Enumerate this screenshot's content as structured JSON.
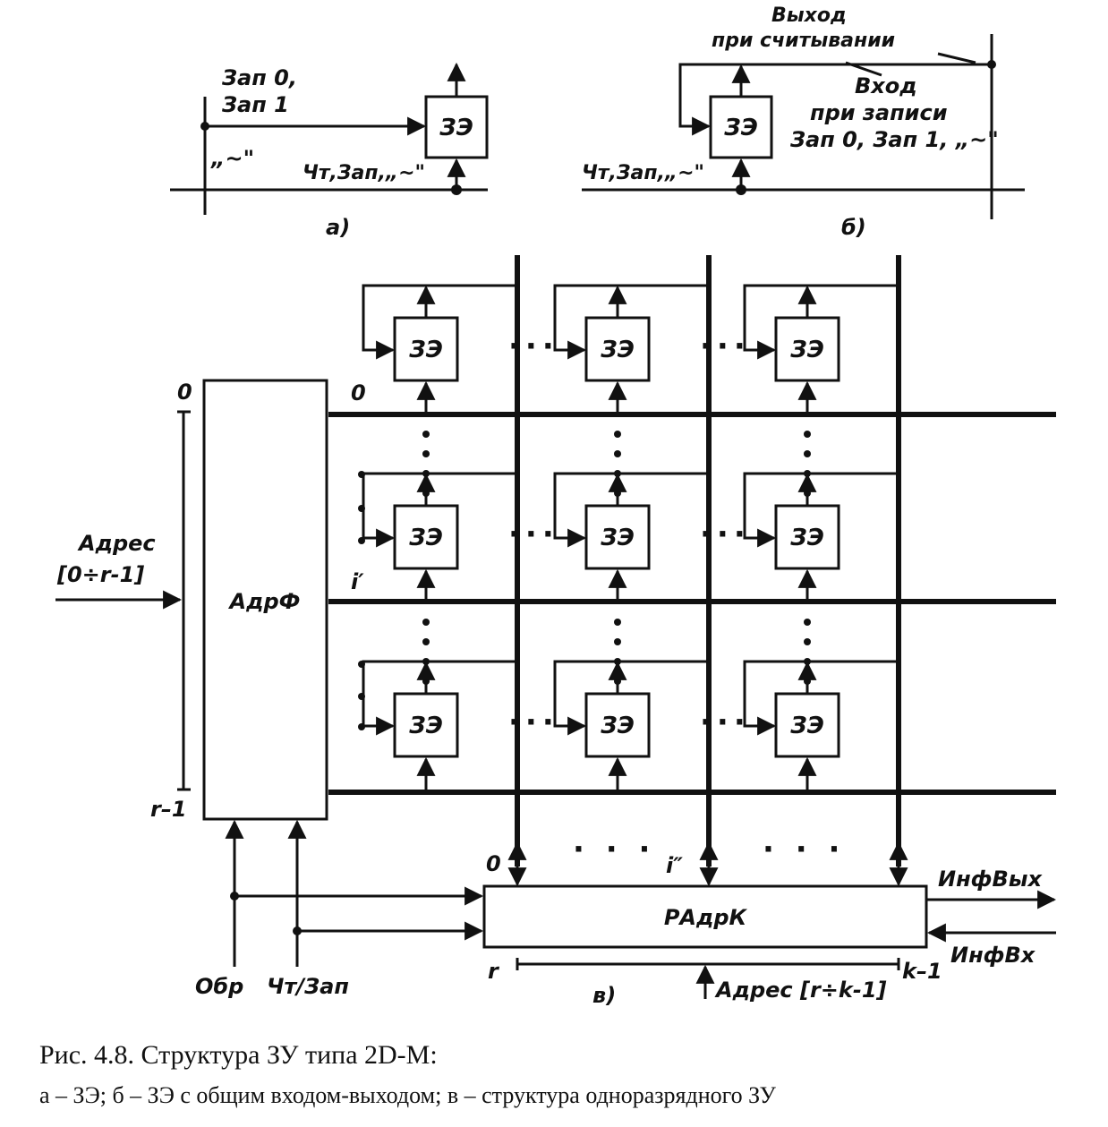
{
  "cell_label": "ЗЭ",
  "part_a": {
    "write_label_line1": "Зап 0,",
    "write_label_line2": "Зап 1",
    "tilde_label": "„~\"",
    "control_label": "Чт,Зап,„~\"",
    "sub_label": "а)"
  },
  "part_b": {
    "output_label_line1": "Выход",
    "output_label_line2": "при считывании",
    "input_label_line1": "Вход",
    "input_label_line2": "при записи",
    "input_label_line3": "Зап 0, Зап 1, „~\"",
    "control_label": "Чт,Зап,„~\"",
    "sub_label": "б)"
  },
  "part_c": {
    "row_decoder_label": "АдрФ",
    "column_register_label": "РАдрК",
    "row_top_index": "0",
    "row_bottom_index": "r–1",
    "row_line_0": "0",
    "row_line_i": "i′",
    "col_index_0": "0",
    "col_index_i": "i″",
    "address_in_line1": "Адрес",
    "address_in_line2": "[0÷r-1]",
    "strobe_label": "Обр",
    "rw_label": "Чт/Зап",
    "info_out_label": "ИнфВых",
    "info_in_label": "ИнфВх",
    "col_range_start": "r",
    "col_range_end": "k–1",
    "col_address_label": "Адрес [r÷k-1]",
    "sub_label": "в)"
  },
  "caption": {
    "title": "Рис. 4.8. Структура ЗУ типа 2D-М:",
    "subtitle": "а – ЗЭ;  б – ЗЭ  с  общим  входом-выходом;  в – структура  одноразрядного  ЗУ"
  }
}
